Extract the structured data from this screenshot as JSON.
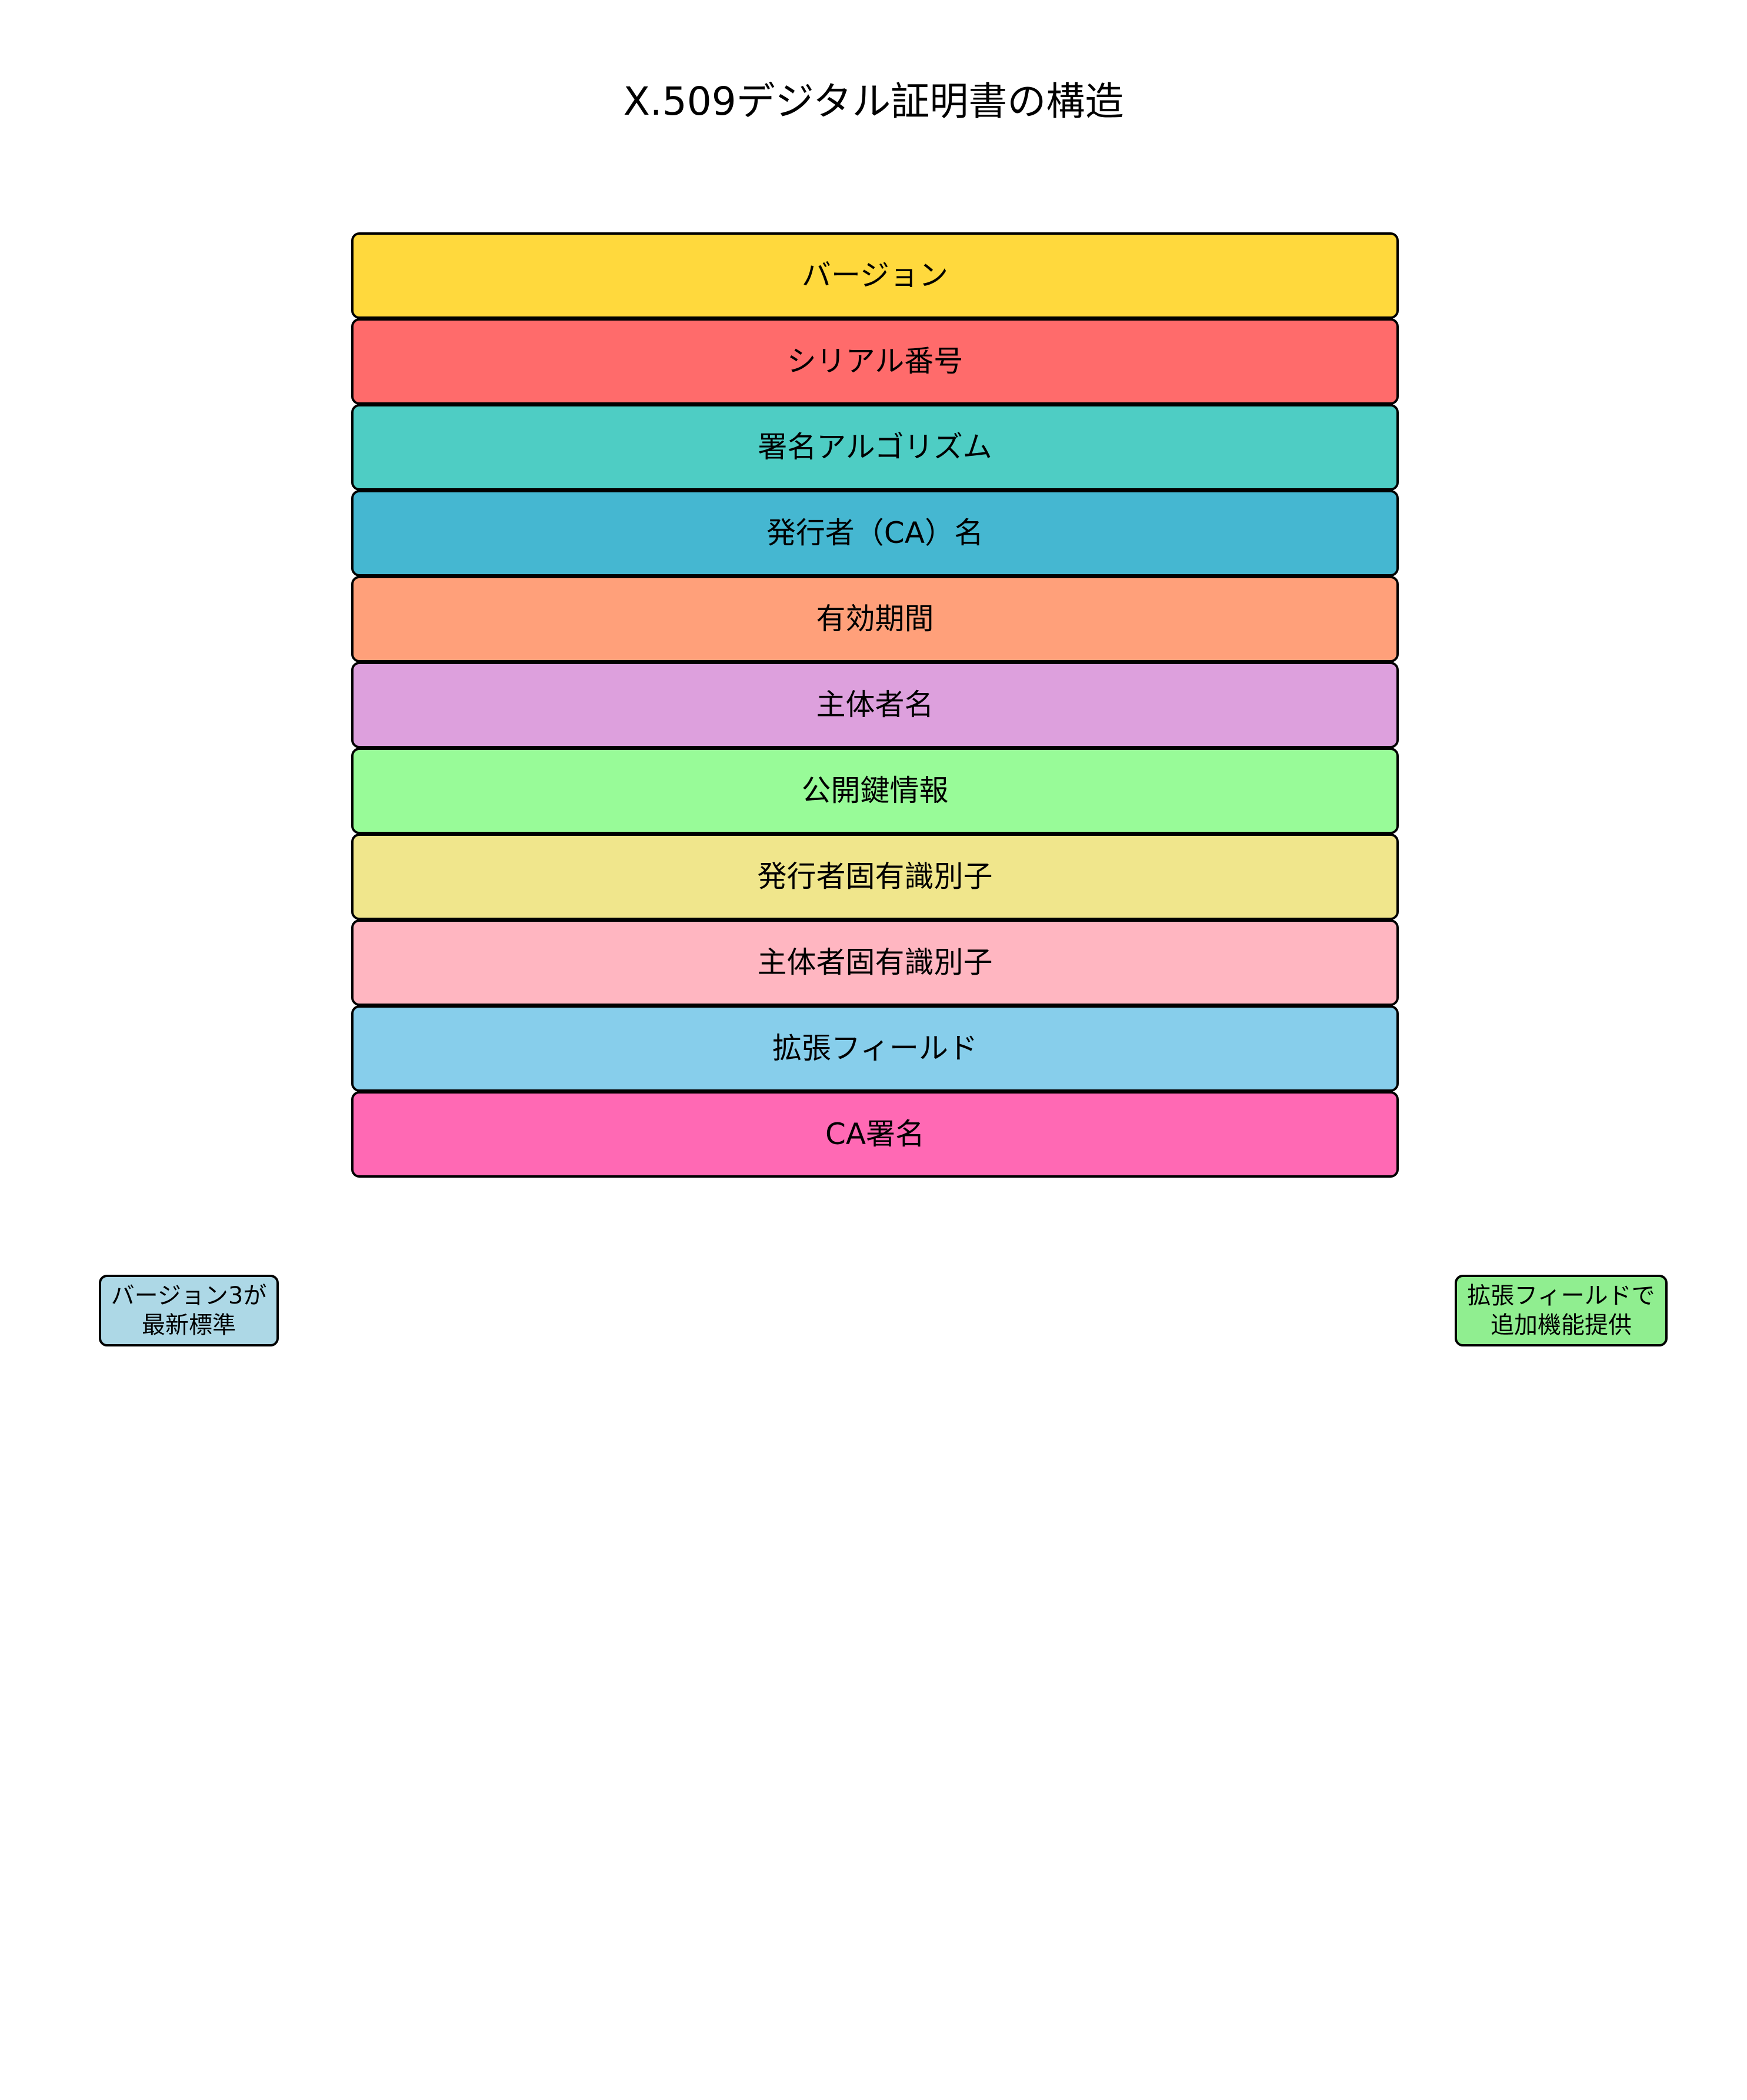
{
  "title": "X.509デジタル証明書の構造",
  "fields": [
    {
      "label": "バージョン",
      "color": "#FFD93D"
    },
    {
      "label": "シリアル番号",
      "color": "#FF6B6B"
    },
    {
      "label": "署名アルゴリズム",
      "color": "#4ECDC4"
    },
    {
      "label": "発行者（CA）名",
      "color": "#45B7D1"
    },
    {
      "label": "有効期間",
      "color": "#FFA07A"
    },
    {
      "label": "主体者名",
      "color": "#DDA0DD"
    },
    {
      "label": "公開鍵情報",
      "color": "#98FB98"
    },
    {
      "label": "発行者固有識別子",
      "color": "#F0E68C"
    },
    {
      "label": "主体者固有識別子",
      "color": "#FFB6C1"
    },
    {
      "label": "拡張フィールド",
      "color": "#87CEEB"
    },
    {
      "label": "CA署名",
      "color": "#FF69B4"
    }
  ],
  "notes": {
    "left": {
      "text": "バージョン3が\n最新標準",
      "color": "#ADD8E6"
    },
    "right": {
      "text": "拡張フィールドで\n追加機能提供",
      "color": "#90EE90"
    }
  }
}
